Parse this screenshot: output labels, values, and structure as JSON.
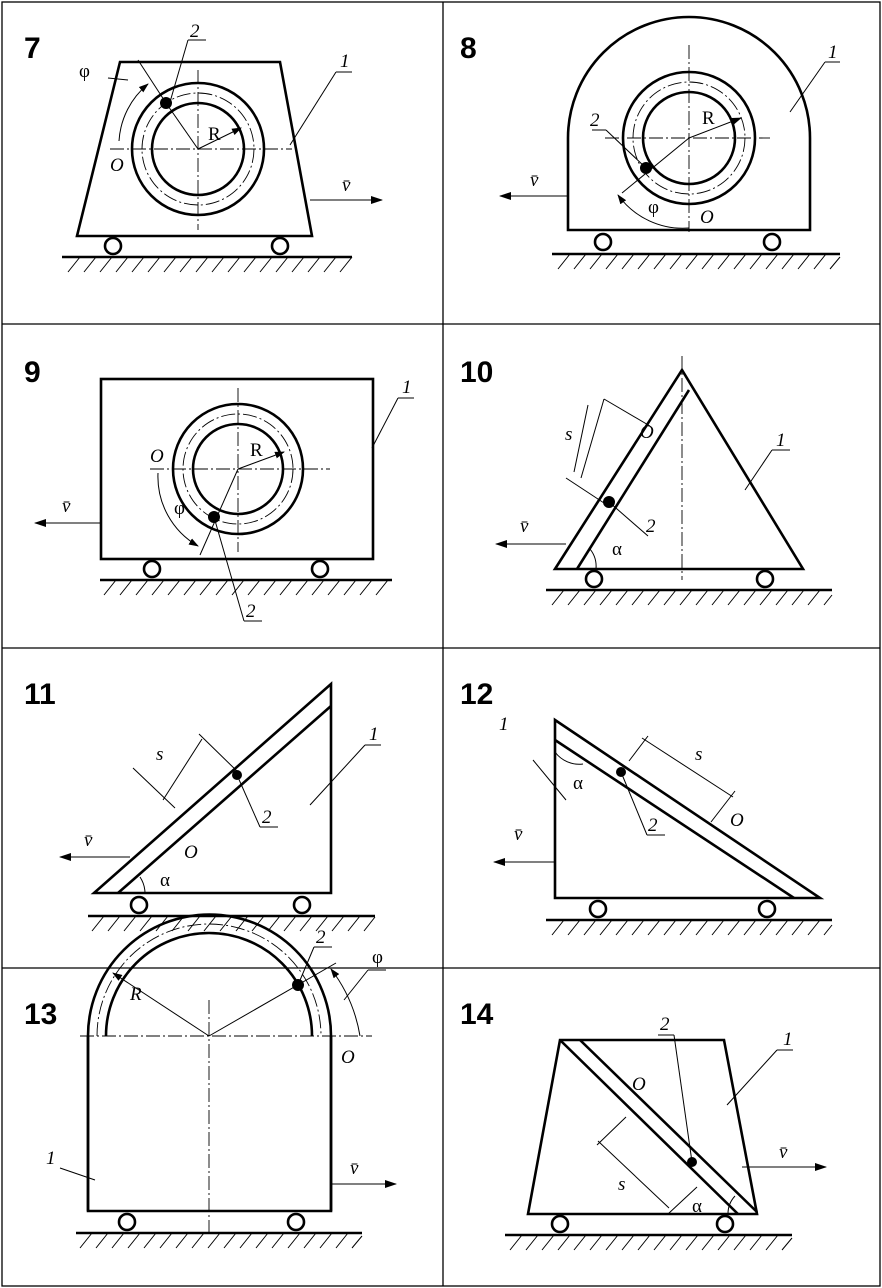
{
  "panels": [
    {
      "number": "7",
      "labels": {
        "body": "1",
        "point": "2",
        "origin": "O",
        "radius": "R",
        "angle": "φ",
        "velocity": "v̄"
      }
    },
    {
      "number": "8",
      "labels": {
        "body": "1",
        "point": "2",
        "origin": "O",
        "radius": "R",
        "angle": "φ",
        "velocity": "v̄"
      }
    },
    {
      "number": "9",
      "labels": {
        "body": "1",
        "point": "2",
        "origin": "O",
        "radius": "R",
        "angle": "φ",
        "velocity": "v̄"
      }
    },
    {
      "number": "10",
      "labels": {
        "body": "1",
        "point": "2",
        "origin": "O",
        "coordinate": "s",
        "angle": "α",
        "velocity": "v̄"
      }
    },
    {
      "number": "11",
      "labels": {
        "body": "1",
        "point": "2",
        "origin": "O",
        "coordinate": "s",
        "angle": "α",
        "velocity": "v̄"
      }
    },
    {
      "number": "12",
      "labels": {
        "body": "1",
        "point": "2",
        "origin": "O",
        "coordinate": "s",
        "angle": "α",
        "velocity": "v̄"
      }
    },
    {
      "number": "13",
      "labels": {
        "body": "1",
        "point": "2",
        "origin": "O",
        "radius": "R",
        "angle": "φ",
        "velocity": "v̄"
      }
    },
    {
      "number": "14",
      "labels": {
        "body": "1",
        "point": "2",
        "origin": "O",
        "coordinate": "s",
        "angle": "α",
        "velocity": "v̄"
      }
    }
  ]
}
